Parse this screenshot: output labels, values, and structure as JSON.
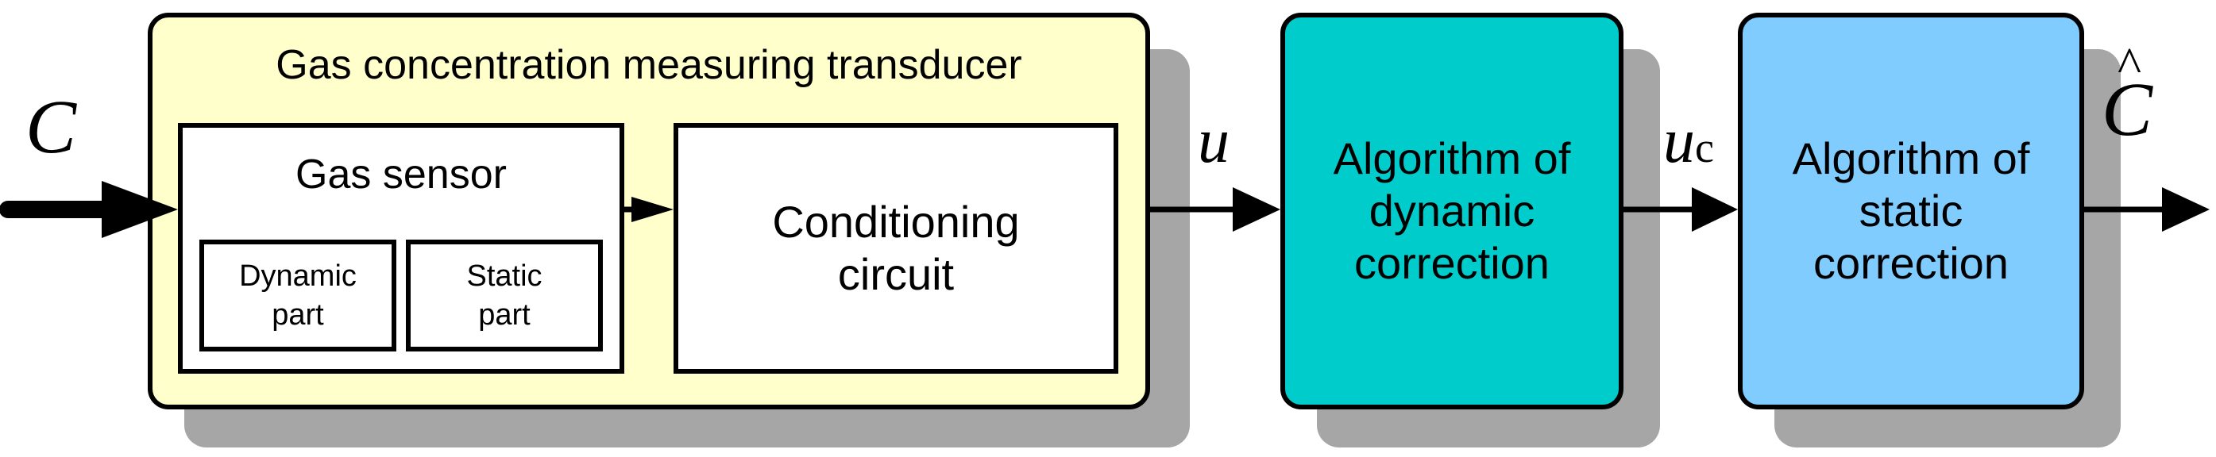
{
  "diagram": {
    "input_signal": "C",
    "transducer": {
      "title": "Gas concentration measuring transducer",
      "fill": "#ffffcc"
    },
    "sensor": {
      "title": "Gas sensor",
      "dynamic_part": "Dynamic\npart",
      "static_part": "Static\npart"
    },
    "conditioning": "Conditioning\ncircuit",
    "signal_u": "u",
    "dynamic_correction": {
      "label": "Algorithm of\ndynamic\ncorrection",
      "fill": "#00cccc"
    },
    "signal_uc": {
      "main": "u",
      "subscript": "c"
    },
    "static_correction": {
      "label": "Algorithm of\nstatic\ncorrection",
      "fill": "#80ccff"
    },
    "output_signal": {
      "symbol": "C",
      "accent": "^"
    }
  }
}
